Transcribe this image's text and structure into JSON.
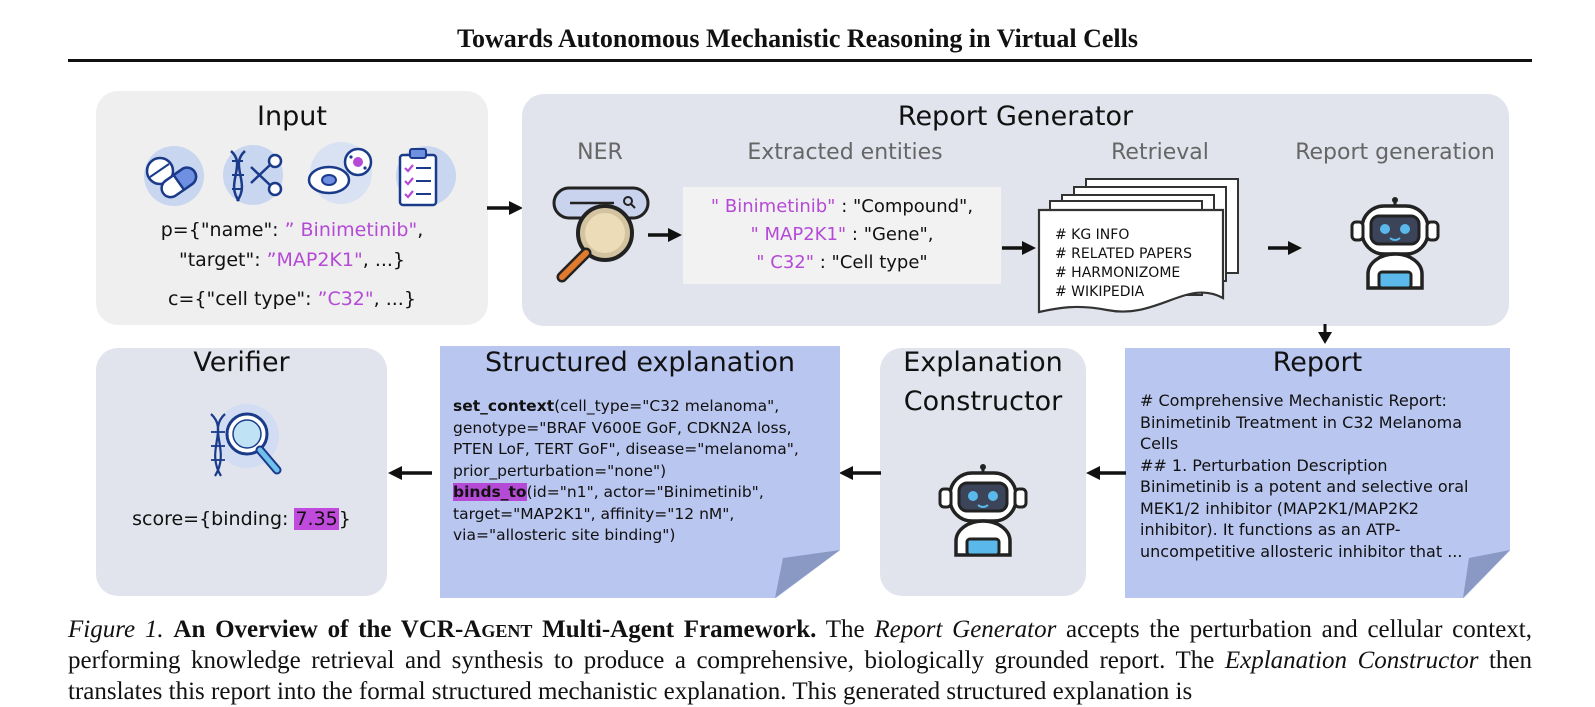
{
  "header": {
    "title": "Towards Autonomous Mechanistic Reasoning in Virtual Cells"
  },
  "input": {
    "heading": "Input",
    "p_prefix": "p={\"name\": ",
    "p_name": "” Binimetinib\"",
    "p_name_suffix": ",",
    "target_prefix": "\"target\": ",
    "target_value": "”MAP2K1\"",
    "target_suffix": ", ...}",
    "c_prefix": "c={\"cell type\": ",
    "c_value": "”C32\"",
    "c_suffix": ", ...}"
  },
  "report_generator": {
    "heading": "Report Generator",
    "ner_label": "NER",
    "entities_label": "Extracted entities",
    "retrieval_label": "Retrieval",
    "generation_label": "Report generation",
    "entities": [
      {
        "key": "\" Binimetinib\"",
        "value": " : \"Compound\","
      },
      {
        "key": "\" MAP2K1\"",
        "value": " : \"Gene\","
      },
      {
        "key": "\" C32\"",
        "value": " : \"Cell type\""
      }
    ],
    "retrieval_items": [
      "# KG INFO",
      "# RELATED PAPERS",
      "# HARMONIZOME",
      "# WIKIPEDIA"
    ]
  },
  "verifier": {
    "heading": "Verifier",
    "score_prefix": "score={binding: ",
    "score_value": "7.35",
    "score_suffix": "}"
  },
  "structured_explanation": {
    "heading": "Structured explanation",
    "fn1": "set_context",
    "fn1_args": [
      "(cell_type=\"C32 melanoma\",",
      "genotype=\"BRAF V600E GoF, CDKN2A loss,",
      "PTEN LoF, TERT GoF\", disease=\"melanoma\",",
      "prior_perturbation=\"none\")"
    ],
    "fn2": "binds_to",
    "fn2_args": [
      "(id=\"n1\", actor=\"Binimetinib\",",
      "target=\"MAP2K1\", affinity=\"12 nM\",",
      "via=\"allosteric site binding\")"
    ]
  },
  "explanation_constructor": {
    "heading_line1": "Explanation",
    "heading_line2": "Constructor"
  },
  "report": {
    "heading": "Report",
    "lines": [
      "# Comprehensive Mechanistic Report:",
      "Binimetinib Treatment in C32 Melanoma",
      "Cells",
      "## 1. Perturbation Description",
      "Binimetinib is a potent and selective oral",
      "MEK1/2 inhibitor (MAP2K1/MAP2K2",
      "inhibitor). It functions as an ATP-",
      "uncompetitive allosteric inhibitor that ..."
    ]
  },
  "caption": {
    "fig_label": "Figure 1.",
    "bold_prefix": "An Overview of the VCR-",
    "bold_agent": "Agent",
    "bold_suffix": " Multi-Agent Framework.",
    "t1": " The ",
    "i1": "Report Generator",
    "t2": " accepts the perturbation and cellular context, performing knowledge retrieval and synthesis to produce a comprehensive, biologically grounded report. The ",
    "i2": "Explanation Constructor",
    "t3": " then translates this report into the formal structured mechanistic explanation. This generated structured explanation is"
  },
  "colors": {
    "accent_purple": "#b44ad6",
    "note_blue": "#b9c6ef",
    "panel_gray": "#e1e4ec"
  },
  "icons": [
    "pill-capsule-icon",
    "dna-scissors-icon",
    "cells-icon",
    "clipboard-checklist-icon",
    "search-bar-magnifier-icon",
    "documents-stack-icon",
    "robot-icon",
    "dna-magnifier-icon"
  ]
}
